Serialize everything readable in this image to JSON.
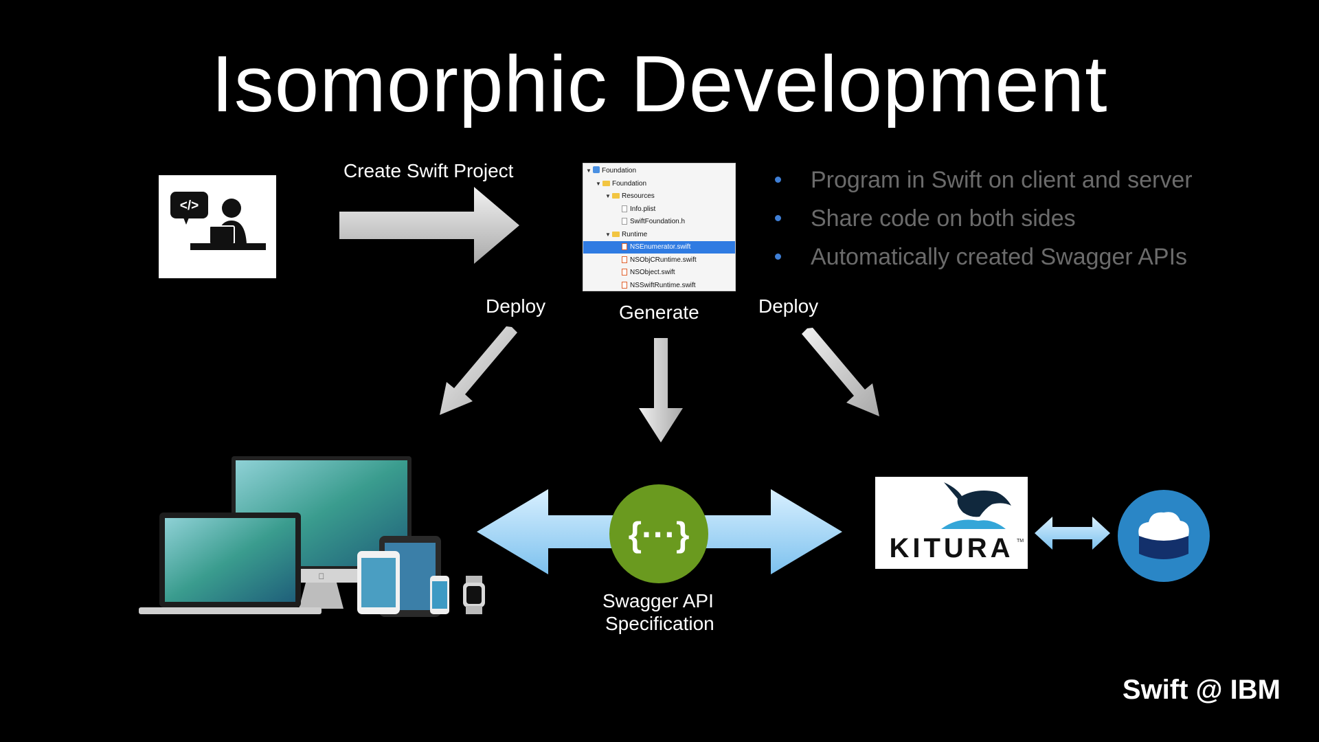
{
  "slide": {
    "title": "Isomorphic Development",
    "footer": "Swift @ IBM"
  },
  "flow": {
    "create_label": "Create Swift Project",
    "deploy_left_label": "Deploy",
    "generate_label": "Generate",
    "deploy_right_label": "Deploy",
    "swagger_label_line1": "Swagger API",
    "swagger_label_line2": "Specification"
  },
  "bullets": [
    "Program in Swift on client and server",
    "Share code on both sides",
    "Automatically created Swagger APIs"
  ],
  "xcode_tree": [
    {
      "text": "Foundation",
      "kind": "project",
      "depth": 0,
      "expanded": true
    },
    {
      "text": "Foundation",
      "kind": "folder",
      "depth": 1,
      "expanded": true
    },
    {
      "text": "Resources",
      "kind": "folder",
      "depth": 2,
      "expanded": true
    },
    {
      "text": "Info.plist",
      "kind": "file",
      "depth": 3
    },
    {
      "text": "SwiftFoundation.h",
      "kind": "file",
      "depth": 3
    },
    {
      "text": "Runtime",
      "kind": "folder",
      "depth": 2,
      "expanded": true
    },
    {
      "text": "NSEnumerator.swift",
      "kind": "swift",
      "depth": 3,
      "selected": true
    },
    {
      "text": "NSObjCRuntime.swift",
      "kind": "swift",
      "depth": 3
    },
    {
      "text": "NSObject.swift",
      "kind": "swift",
      "depth": 3
    },
    {
      "text": "NSSwiftRuntime.swift",
      "kind": "swift",
      "depth": 3
    }
  ],
  "developer_icon": {
    "icon": "developer-coding-icon",
    "code_glyph": "</>"
  },
  "kitura": {
    "wordmark": "KITURA",
    "trademark": "TM"
  },
  "swagger_logo": {
    "glyph": "{···}"
  },
  "colors": {
    "background": "#000000",
    "bullet_text": "#6b6b6b",
    "bullet_dot": "#3f7fd6",
    "swagger_green": "#6a9a1f",
    "double_arrow": "#9fd3f5",
    "gray_arrow": "#d9d9d9",
    "cloud_blue": "#2a86c6"
  }
}
